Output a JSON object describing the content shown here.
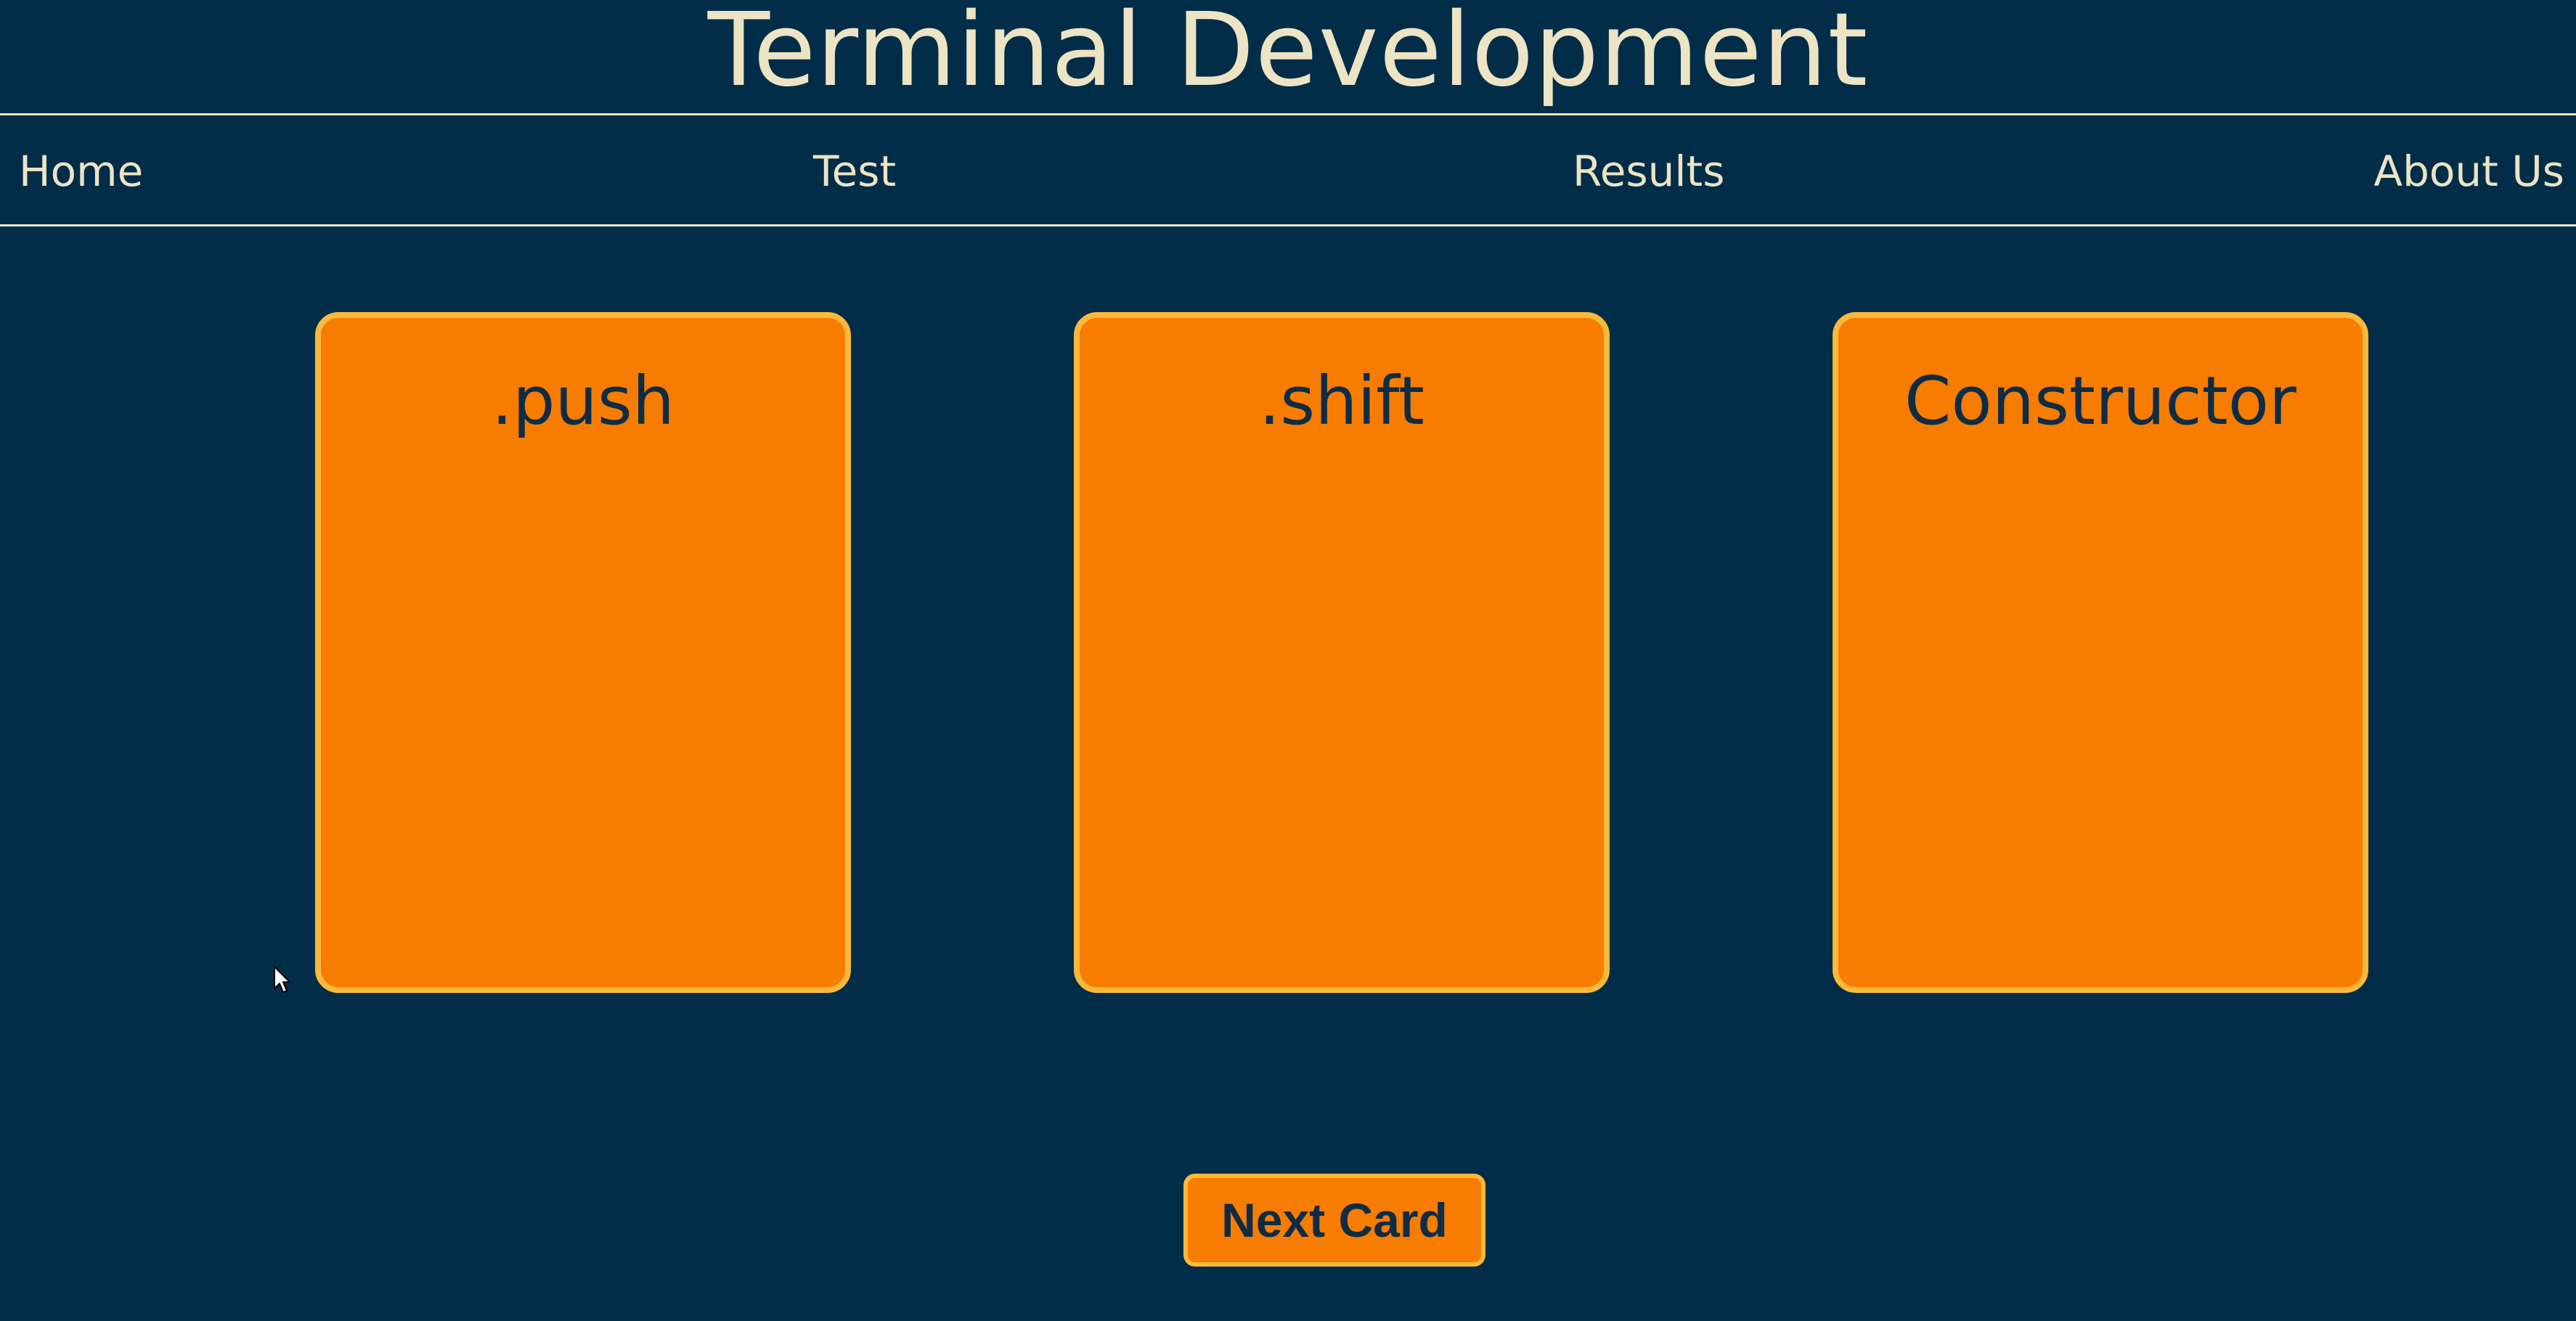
{
  "header": {
    "title": "Terminal Development"
  },
  "nav": {
    "items": [
      {
        "label": "Home"
      },
      {
        "label": "Test"
      },
      {
        "label": "Results"
      },
      {
        "label": "About Us"
      }
    ]
  },
  "cards": [
    {
      "term": ".push"
    },
    {
      "term": ".shift"
    },
    {
      "term": "Constructor"
    }
  ],
  "controls": {
    "next_label": "Next Card"
  },
  "colors": {
    "background": "#022d48",
    "accent_text": "#ece4c4",
    "card_fill": "#f67d01",
    "card_border": "#fbb93c",
    "card_text": "#0f2c44"
  }
}
